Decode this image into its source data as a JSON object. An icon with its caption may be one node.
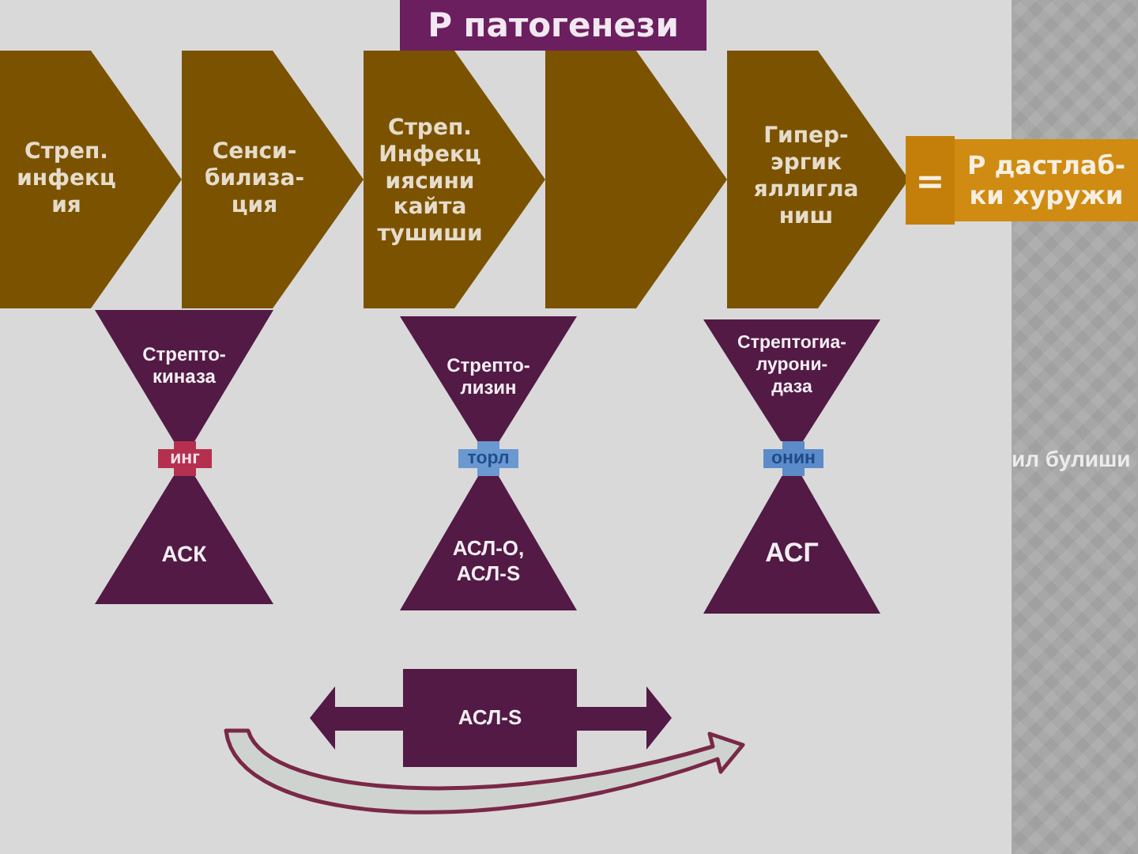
{
  "diagram": {
    "title": "Р патогенези",
    "nodes": [
      {
        "text": [
          "Стреп. инфекция"
        ]
      },
      {
        "text": [
          "Сенси-билиза-ция"
        ]
      },
      {
        "text": [
          "Стреп. Инфекциясини кайта тушиши"
        ]
      },
      {
        "text": [],
        "shape": "chevron"
      },
      {
        "text": [
          "Гипер-эргик яллигланиш"
        ]
      },
      {
        "text": [
          "="
        ]
      },
      {
        "text": [
          "Р дастлаб-ки хуружи"
        ]
      },
      {
        "text": [
          "Стрепто-киназа"
        ]
      },
      {
        "text": [
          "АСК"
        ]
      },
      {
        "text": [
          "Стрепто-лизин"
        ]
      },
      {
        "text": [
          "АСЛ-О, АСЛ-S"
        ]
      },
      {
        "text": [
          "Стрептогиа-лурони-даза"
        ]
      },
      {
        "text": [
          "АСГ"
        ]
      },
      {
        "text": [
          "АСЛ-S"
        ]
      }
    ],
    "labels": [
      "инг",
      "торл",
      "онин",
      "ил булиши"
    ]
  }
}
